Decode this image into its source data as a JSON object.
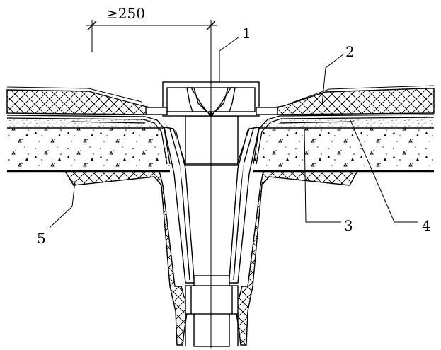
{
  "dimension": {
    "text": "≥250"
  },
  "callouts": [
    {
      "id": "1",
      "text": "1"
    },
    {
      "id": "2",
      "text": "2"
    },
    {
      "id": "3",
      "text": "3"
    },
    {
      "id": "4",
      "text": "4"
    },
    {
      "id": "5",
      "text": "5"
    }
  ]
}
